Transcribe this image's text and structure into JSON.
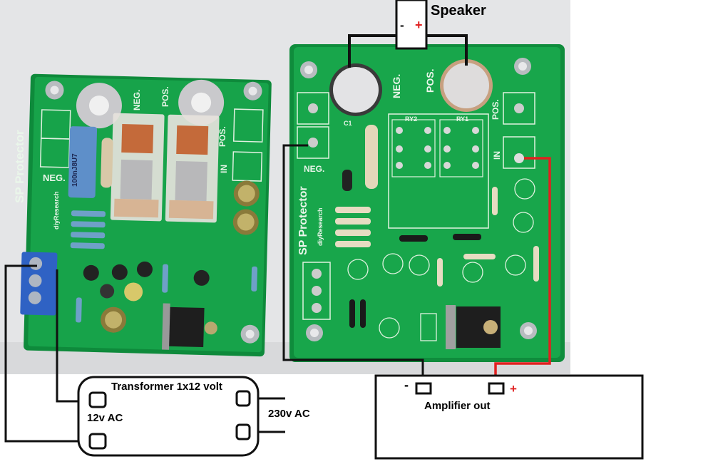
{
  "labels": {
    "speaker": "Speaker",
    "speaker_minus": "-",
    "speaker_plus": "+",
    "transformer": "Transformer 1x12 volt",
    "ac12": "12v AC",
    "ac230": "230v AC",
    "amp": "Amplifier out",
    "amp_minus": "-",
    "amp_plus": "+"
  },
  "board_left": {
    "title": "SP Protector",
    "brand": "diyResearch",
    "neg": "NEG.",
    "pos": "POS.",
    "in": "IN",
    "cap_label": "100nJ8U7"
  },
  "board_right": {
    "title": "SP Protector",
    "brand": "diyResearch",
    "neg_top": "NEG.",
    "pos_top": "POS.",
    "neg_side": "NEG.",
    "pos_side": "POS.",
    "in": "IN",
    "ry1": "RY1",
    "ry2": "RY2",
    "c1": "C1"
  },
  "colors": {
    "pcb": "#16a047",
    "pcb_dark": "#0c7a33",
    "wire_black": "#111111",
    "wire_red": "#e02020",
    "background_photo": "#e6e6e8"
  }
}
